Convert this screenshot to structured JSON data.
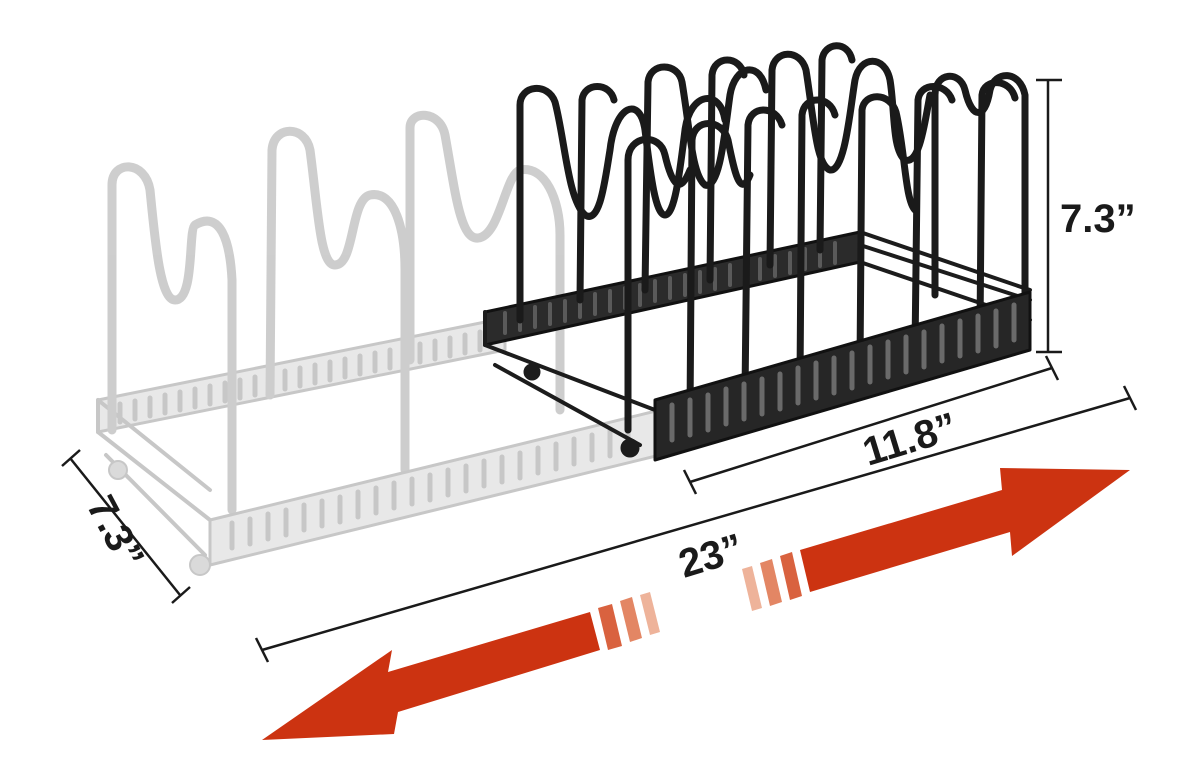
{
  "dimensions": {
    "height": "7.3”",
    "depth": "7.3”",
    "collapsed_length": "11.8”",
    "extended_length": "23”"
  },
  "colors": {
    "rack_dark": "#1c1c1c",
    "rack_ghost": "#bdbdbd",
    "arrow": "#cc3311",
    "arrow_fade": "#e89a80",
    "dimension_line": "#1a1a1a"
  },
  "icons": {
    "left_arrow": "expand-left-arrow-icon",
    "right_arrow": "expand-right-arrow-icon"
  }
}
